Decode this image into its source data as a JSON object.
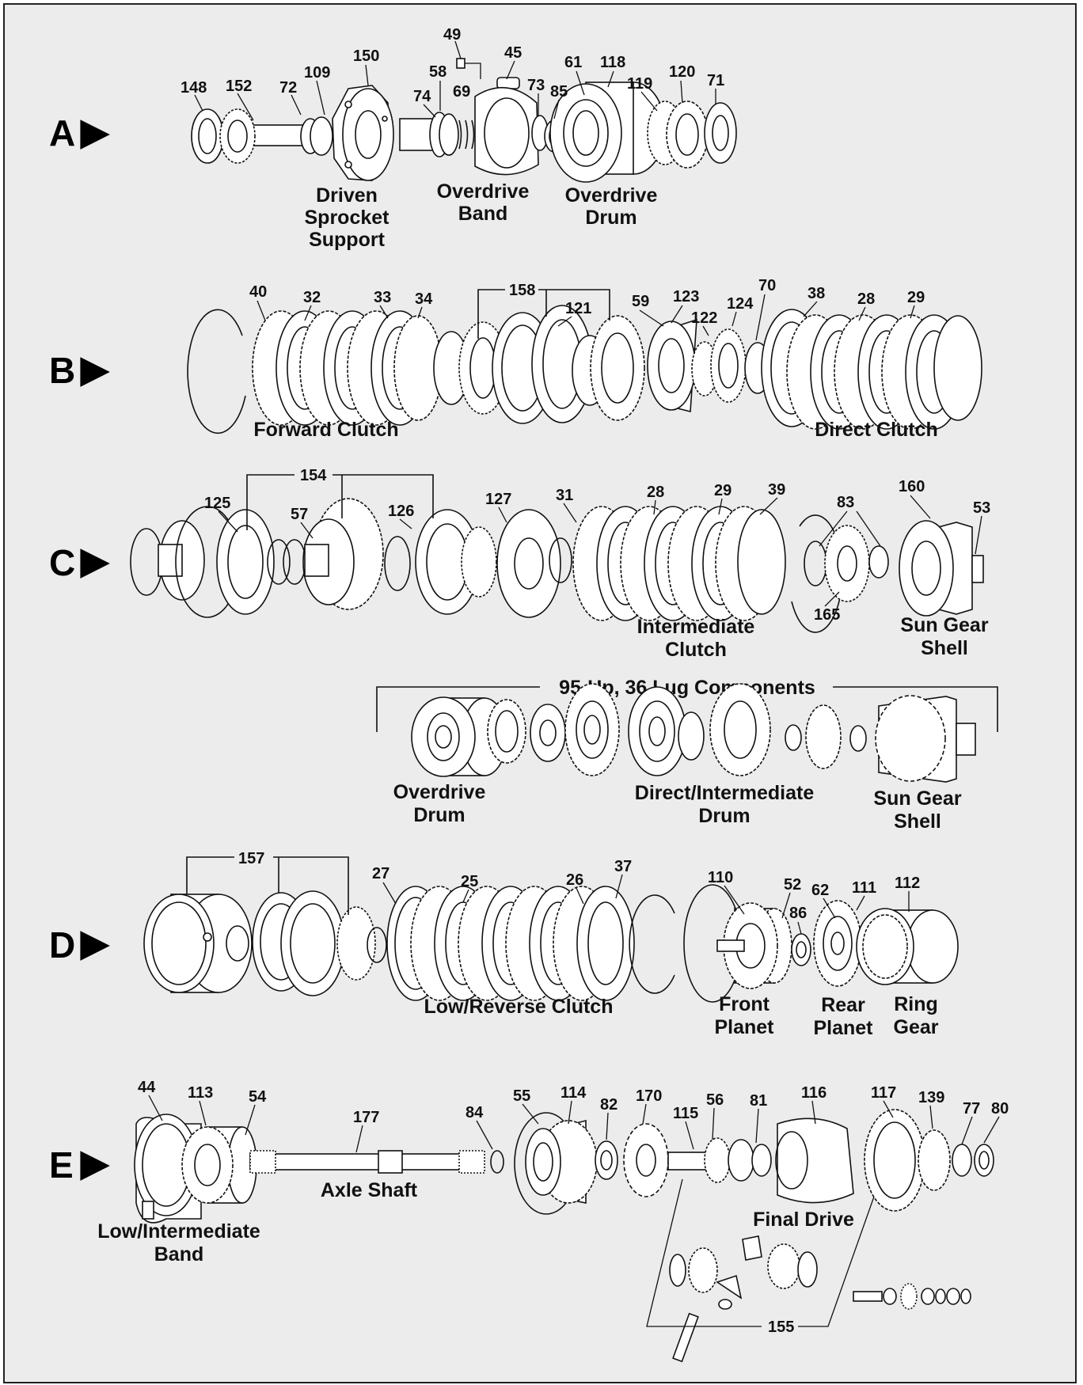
{
  "sections": [
    {
      "letter": "A",
      "callouts": [
        "148",
        "152",
        "72",
        "109",
        "150",
        "74",
        "58",
        "49",
        "69",
        "45",
        "73",
        "85",
        "61",
        "118",
        "119",
        "120",
        "71"
      ],
      "captions": [
        {
          "lines": [
            "Driven",
            "Sprocket",
            "Support"
          ]
        },
        {
          "lines": [
            "Overdrive",
            "Band"
          ]
        },
        {
          "lines": [
            "Overdrive",
            "Drum"
          ]
        }
      ]
    },
    {
      "letter": "B",
      "callouts": [
        "40",
        "32",
        "33",
        "34",
        "158",
        "121",
        "59",
        "123",
        "122",
        "124",
        "70",
        "38",
        "28",
        "29"
      ],
      "captions": [
        {
          "lines": [
            "Forward Clutch"
          ]
        },
        {
          "lines": [
            "Direct Clutch"
          ]
        }
      ]
    },
    {
      "letter": "C",
      "callouts": [
        "125",
        "154",
        "57",
        "126",
        "127",
        "31",
        "28",
        "29",
        "39",
        "83",
        "160",
        "53",
        "165"
      ],
      "captions": [
        {
          "lines": [
            "Intermediate",
            "Clutch"
          ]
        },
        {
          "lines": [
            "Sun Gear",
            "Shell"
          ]
        }
      ]
    },
    {
      "letter": "",
      "group_title": "95-Up, 36 Lug Components",
      "callouts": [],
      "captions": [
        {
          "lines": [
            "Overdrive",
            "Drum"
          ]
        },
        {
          "lines": [
            "Direct/Intermediate",
            "Drum"
          ]
        },
        {
          "lines": [
            "Sun Gear",
            "Shell"
          ]
        }
      ]
    },
    {
      "letter": "D",
      "callouts": [
        "157",
        "27",
        "25",
        "26",
        "37",
        "110",
        "52",
        "86",
        "62",
        "111",
        "112"
      ],
      "captions": [
        {
          "lines": [
            "Low/Reverse Clutch"
          ]
        },
        {
          "lines": [
            "Front",
            "Planet"
          ]
        },
        {
          "lines": [
            "Rear",
            "Planet"
          ]
        },
        {
          "lines": [
            "Ring",
            "Gear"
          ]
        }
      ]
    },
    {
      "letter": "E",
      "callouts": [
        "44",
        "113",
        "54",
        "177",
        "84",
        "55",
        "114",
        "82",
        "170",
        "115",
        "56",
        "81",
        "116",
        "117",
        "139",
        "77",
        "80",
        "155"
      ],
      "captions": [
        {
          "lines": [
            "Axle Shaft"
          ]
        },
        {
          "lines": [
            "Low/Intermediate",
            "Band"
          ]
        },
        {
          "lines": [
            "Final Drive"
          ]
        }
      ]
    }
  ],
  "arrow_glyph": "▶"
}
